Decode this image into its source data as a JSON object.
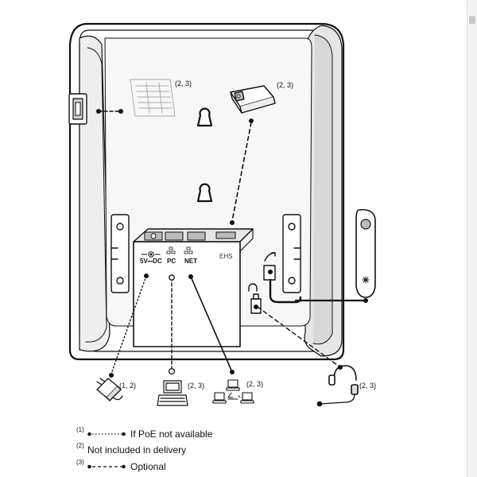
{
  "diagram": {
    "ports": {
      "power": "5V⎓DC",
      "pc": "PC",
      "net": "NET",
      "ehs": "EHS"
    },
    "notes": {
      "expansion_module": "(2, 3)",
      "poe_injector": "(2, 3)",
      "power_supply": "(1, 2)",
      "computer": "(2, 3)",
      "network": "(2, 3)",
      "headset": "(2, 3)"
    }
  },
  "legend": [
    {
      "marker": "(1)",
      "line_style": "dotted",
      "text": "If PoE not available"
    },
    {
      "marker": "(2)",
      "line_style": "none",
      "text": "Not included in delivery"
    },
    {
      "marker": "(3)",
      "line_style": "dashed",
      "text": "Optional"
    }
  ],
  "icons": {
    "expansion_module": "keypad-module-icon",
    "poe_injector": "poe-injector-icon",
    "power_supply": "power-adapter-icon",
    "computer": "computer-icon",
    "network": "network-icon",
    "headset": "headset-icon",
    "handset": "handset-icon"
  }
}
